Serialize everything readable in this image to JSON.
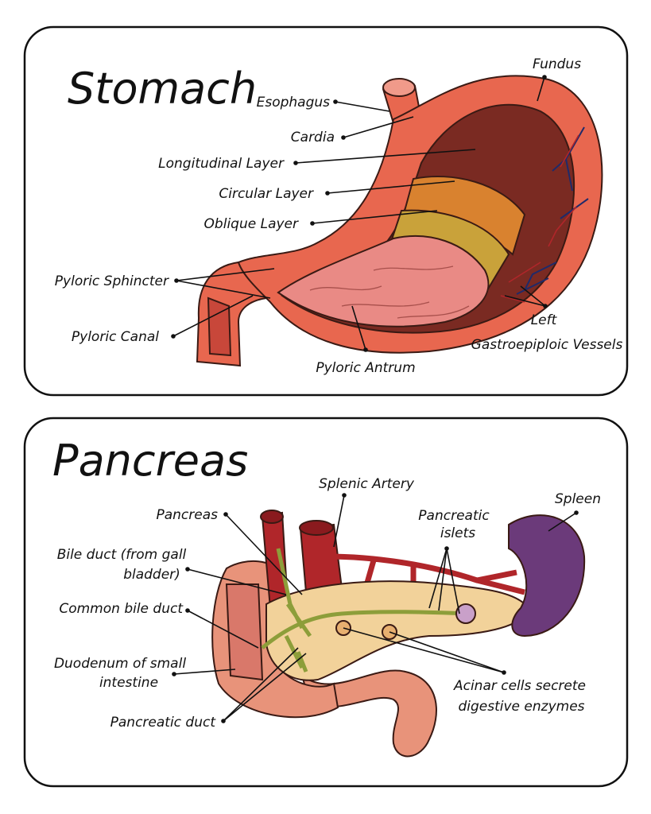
{
  "stomach": {
    "title": "Stomach",
    "labels": {
      "fundus": "Fundus",
      "esophagus": "Esophagus",
      "cardia": "Cardia",
      "longitudinal": "Longitudinal Layer",
      "circular": "Circular Layer",
      "oblique": "Oblique Layer",
      "pyloric_sphincter": "Pyloric Sphincter",
      "pyloric_canal": "Pyloric Canal",
      "pyloric_antrum": "Pyloric Antrum",
      "vessels_line1": "Left",
      "vessels_line2": "Gastroepiploic Vessels"
    }
  },
  "pancreas": {
    "title": "Pancreas",
    "labels": {
      "splenic_artery": "Splenic Artery",
      "spleen": "Spleen",
      "pancreas": "Pancreas",
      "islets_line1": "Pancreatic",
      "islets_line2": "islets",
      "bile_duct_line1": "Bile duct (from gall",
      "bile_duct_line2": "bladder)",
      "common_bile_duct": "Common bile duct",
      "duodenum_line1": "Duodenum of small",
      "duodenum_line2": "intestine",
      "pancreatic_duct": "Pancreatic duct",
      "acinar_line1": "Acinar cells secrete",
      "acinar_line2": "digestive enzymes"
    }
  },
  "colors": {
    "stomach_outer": "#e8674f",
    "muscle_dark": "#7a2a22",
    "circular": "#d9822f",
    "oblique": "#c9a23a",
    "mucosa": "#e98a85",
    "pancreas": "#f2d29a",
    "duodenum": "#e8937a",
    "spleen": "#6b3a7a",
    "artery": "#b0262a",
    "duct": "#8d9e3a"
  }
}
